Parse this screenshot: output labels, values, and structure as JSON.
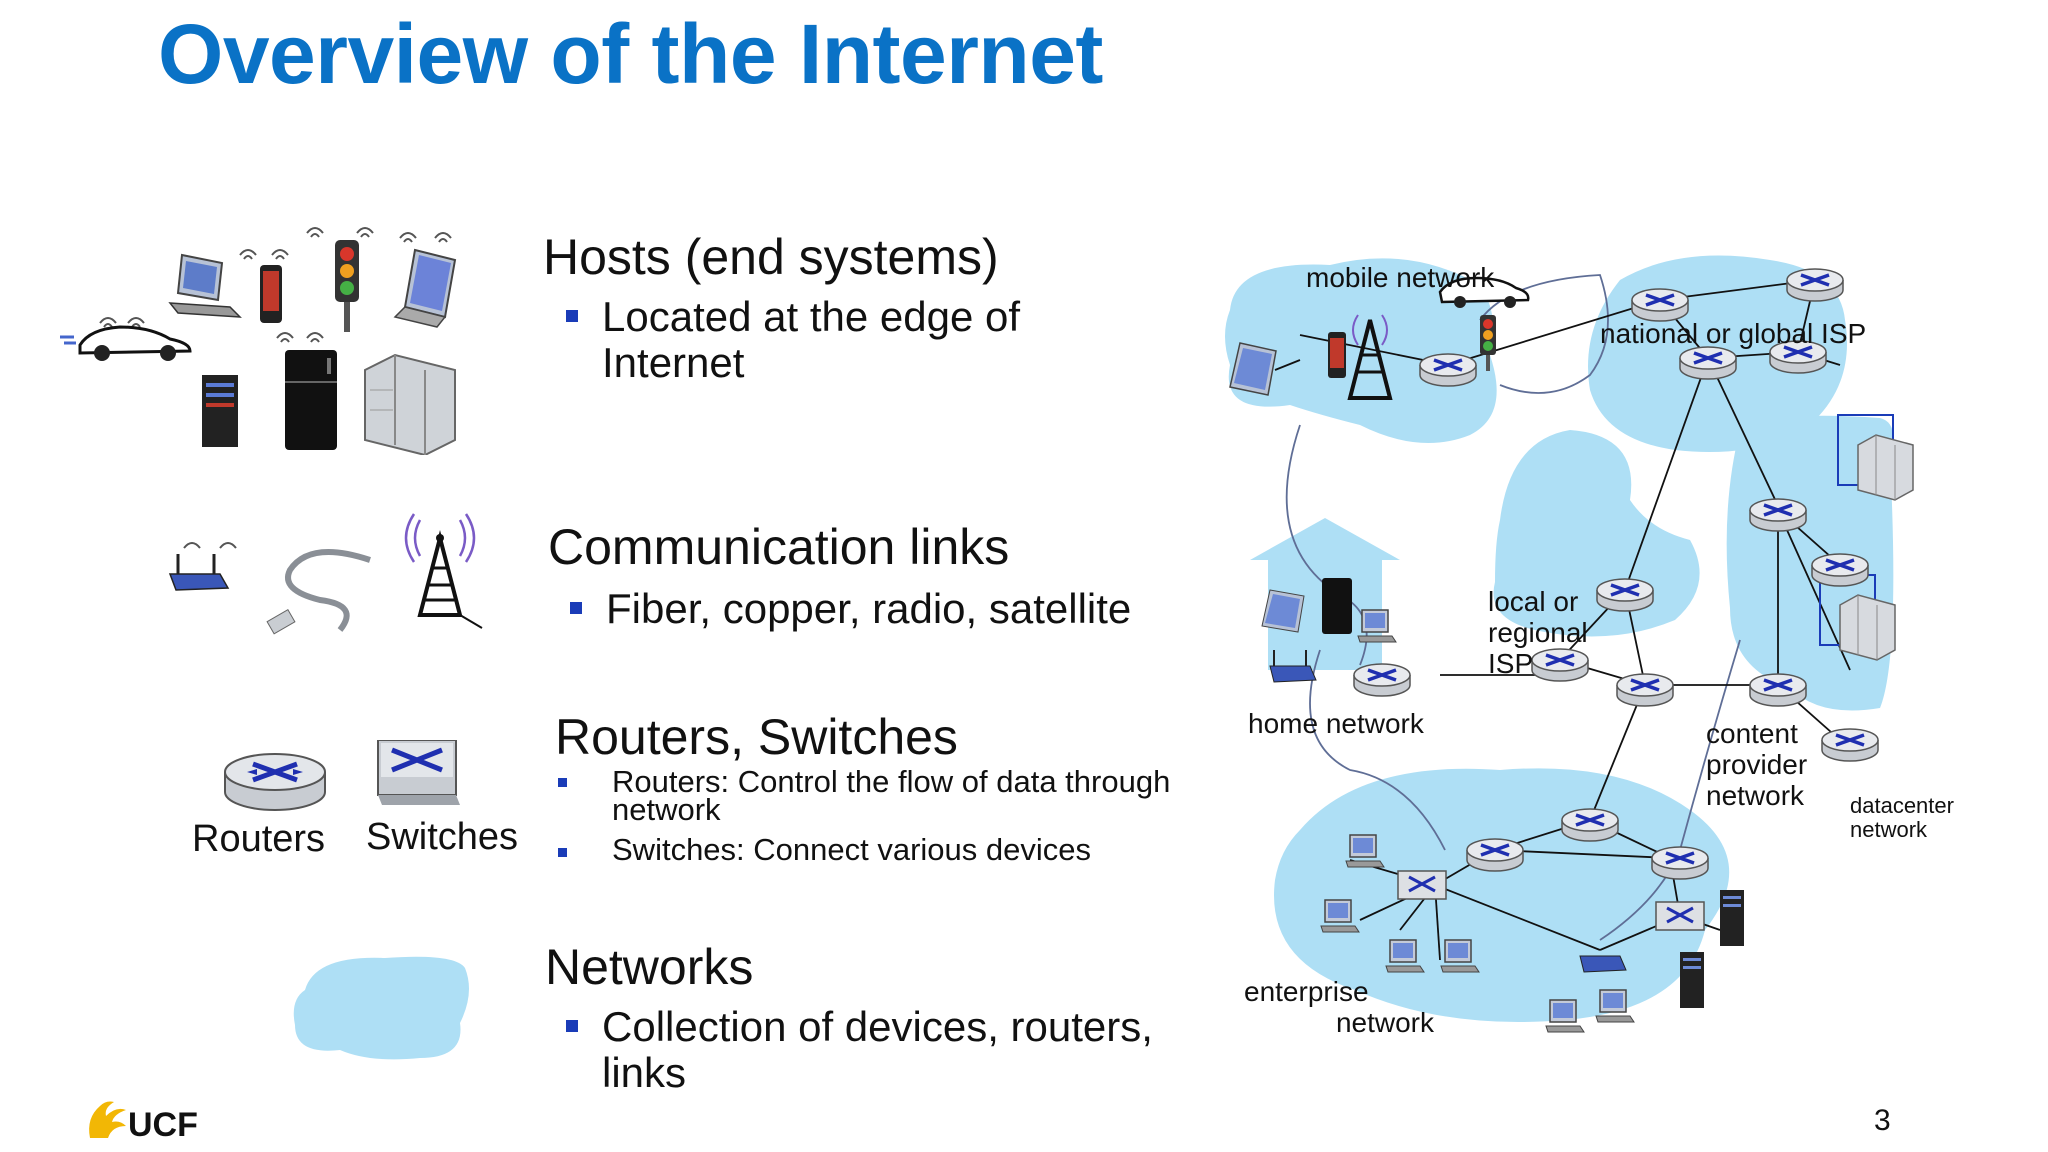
{
  "slide": {
    "title": "Overview of the Internet",
    "page_number": "3",
    "logo_text": "UCF"
  },
  "sections": {
    "hosts": {
      "heading": "Hosts (end systems)",
      "bullet": "Located at the edge of Internet",
      "bullet_line1": "Located at the edge of",
      "bullet_line2": "Internet"
    },
    "links": {
      "heading": "Communication links",
      "bullet": "Fiber, copper, radio, satellite"
    },
    "routers": {
      "heading": "Routers, Switches",
      "bullet1": "Routers: Control the flow of data through network",
      "bullet1_line1": "Routers: Control the flow of data through",
      "bullet1_line2": "network",
      "bullet2": "Switches: Connect various devices",
      "router_label": "Routers",
      "switch_label": "Switches"
    },
    "networks": {
      "heading": "Networks",
      "bullet": "Collection of devices, routers, links",
      "bullet_line1": "Collection of devices, routers,",
      "bullet_line2": "links"
    }
  },
  "diagram": {
    "mobile_network": "mobile network",
    "global_isp": "national or global ISP",
    "regional_isp_1": "local or",
    "regional_isp_2": "regional",
    "regional_isp_3": "ISP",
    "home_network": "home network",
    "content_provider_1": "content",
    "content_provider_2": "provider",
    "content_provider_3": "network",
    "datacenter_1": "datacenter",
    "datacenter_2": "network",
    "enterprise_1": "enterprise",
    "enterprise_2": "network"
  },
  "colors": {
    "title": "#0a72c6",
    "bullet": "#1a3cb8",
    "cloud": "#aedff5",
    "router_x": "#1f2fb0",
    "logo_gold": "#f2b705"
  }
}
